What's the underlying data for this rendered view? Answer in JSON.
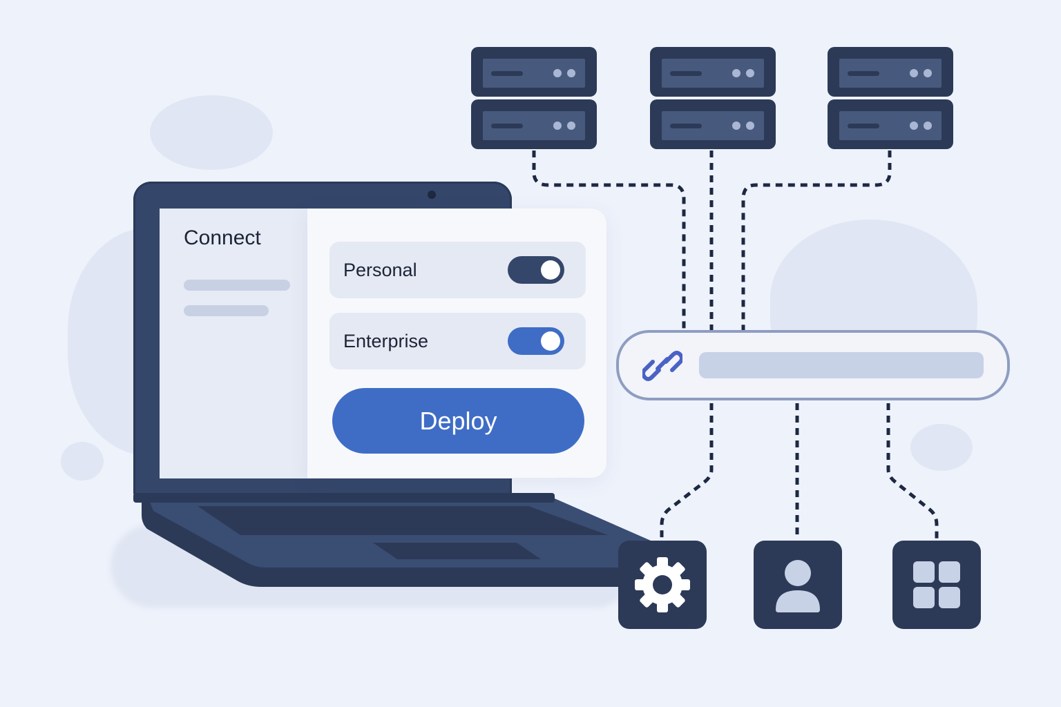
{
  "app": {
    "sidebar_title": "Connect",
    "options": [
      {
        "label": "Personal",
        "enabled": true,
        "toggle_color": "#34466a"
      },
      {
        "label": "Enterprise",
        "enabled": true,
        "toggle_color": "#3f6dc6"
      }
    ],
    "deploy_label": "Deploy"
  },
  "icons": {
    "link": "link-icon",
    "tiles": [
      "gear-icon",
      "user-icon",
      "grid-icon"
    ]
  },
  "colors": {
    "accent": "#3f6dc6",
    "dark": "#2c3a57",
    "background": "#eef2fb"
  }
}
